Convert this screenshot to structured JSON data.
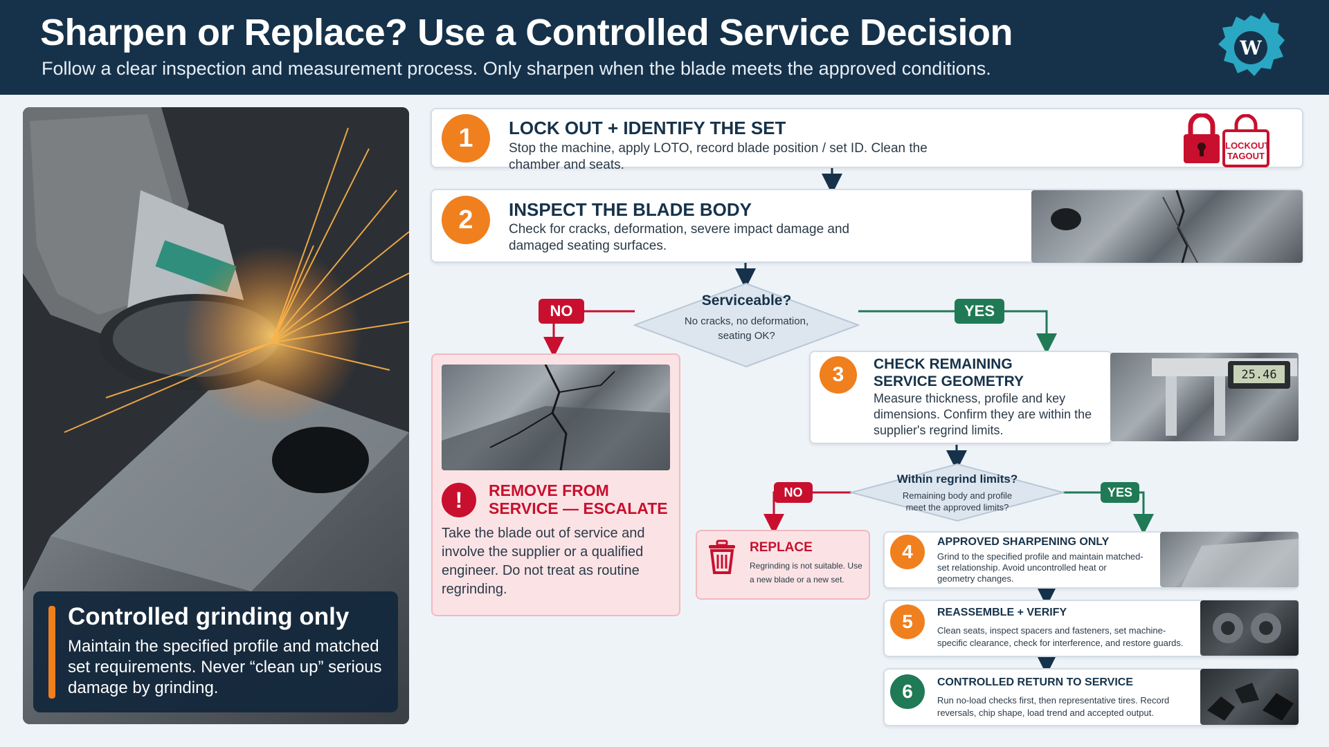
{
  "header": {
    "title": "Sharpen or Replace? Use a Controlled Service Decision",
    "subtitle": "Follow a clear inspection and measurement process. Only sharpen when the blade meets the approved conditions.",
    "logo_icon": "blade-logo-icon"
  },
  "photo_caption": {
    "title": "Controlled grinding only",
    "text": "Maintain the specified profile and matched set requirements. Never “clean up” serious damage by grinding."
  },
  "steps": [
    {
      "number": "1",
      "title": "LOCK OUT + IDENTIFY THE SET",
      "text": "Stop the machine, apply LOTO, record blade position / set ID. Clean the chamber and seats."
    },
    {
      "number": "2",
      "title": "INSPECT THE BLADE BODY",
      "text": "Check for cracks, deformation, severe impact damage and damaged seating surfaces."
    },
    {
      "number": "3",
      "title": "CHECK REMAINING SERVICE GEOMETRY",
      "text": "Measure thickness, profile and key dimensions. Confirm they are within the supplier's regrind limits."
    },
    {
      "number": "4",
      "title": "APPROVED SHARPENING ONLY",
      "text": "Grind to the specified profile and maintain matched-set relationship. Avoid uncontrolled heat or geometry changes."
    },
    {
      "number": "5",
      "title": "REASSEMBLE + VERIFY",
      "text": "Clean seats, inspect spacers and fasteners, set machine-specific clearance, check for interference, and restore guards."
    },
    {
      "number": "6",
      "title": "CONTROLLED RETURN TO SERVICE",
      "text": "Run no-load checks first, then representative tires. Record reversals, chip shape, load trend and accepted output."
    }
  ],
  "lockout_tag": {
    "line1": "LOCKOUT",
    "line2": "TAGOUT"
  },
  "decision1": {
    "title": "Serviceable?",
    "sub": "No cracks, no deformation, seating OK?",
    "no": "NO",
    "yes": "YES"
  },
  "decision2": {
    "title": "Within regrind limits?",
    "sub": "Remaining body and profile meet the approved limits?",
    "no": "NO",
    "yes": "YES"
  },
  "remove": {
    "icon": "!",
    "title": "REMOVE FROM SERVICE — ESCALATE",
    "text": "Take the blade out of service and involve the supplier or a qualified engineer. Do not treat as routine regrinding."
  },
  "replace": {
    "title": "REPLACE",
    "text": "Regrinding is not suitable. Use a new blade or a new set."
  },
  "caliper_reading": "25.46",
  "colors": {
    "navy": "#16324a",
    "orange": "#f07f1e",
    "red": "#c8102e",
    "green": "#1f7a55",
    "background": "#eef3f8"
  }
}
